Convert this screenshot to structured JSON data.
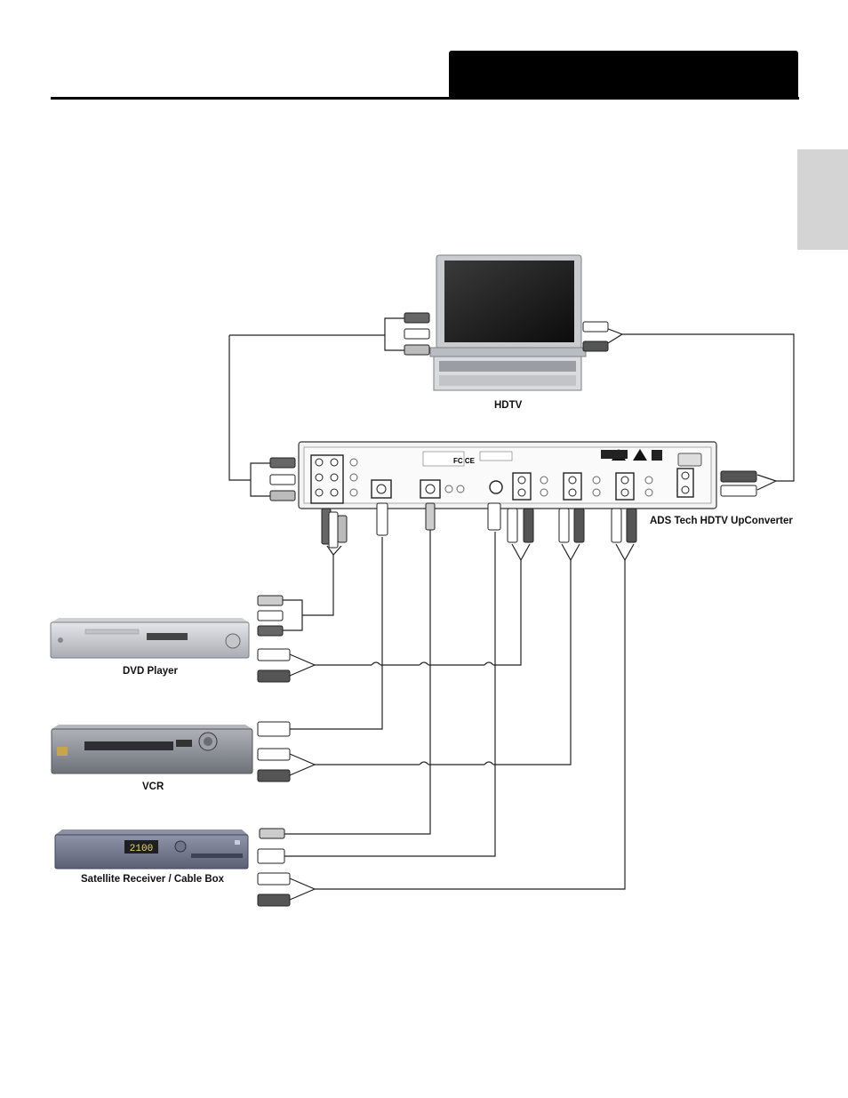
{
  "labels": {
    "hdtv": "HDTV",
    "upconverter": "ADS Tech HDTV UpConverter",
    "dvd": "DVD Player",
    "vcr": "VCR",
    "satellite": "Satellite Receiver / Cable Box"
  },
  "display": {
    "sat_clock": "2100"
  },
  "colors": {
    "header": "#000000",
    "side_tab": "#d4d4d4",
    "wire": "#222222",
    "plug_dark": "#555555",
    "plug_light": "#ffffff"
  }
}
